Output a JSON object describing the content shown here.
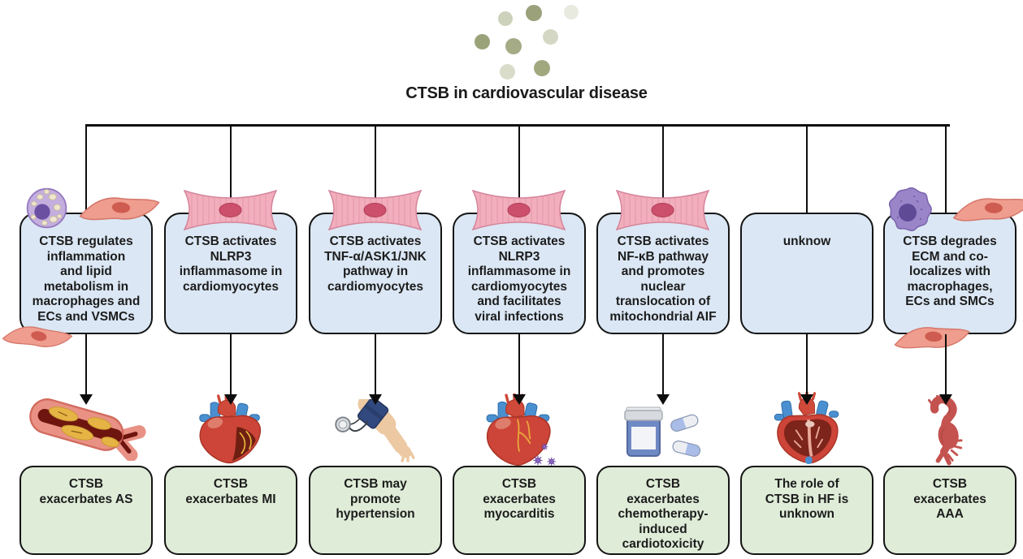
{
  "title": "CTSB in cardiovascular disease",
  "colors": {
    "mechanism_box_fill": "#dbe7f4",
    "outcome_box_fill": "#dfecd8",
    "box_border": "#141414",
    "connector_line": "#0d0d0d",
    "dot_palette": [
      "#9aa17b",
      "#99a279",
      "#a2a87e",
      "#a5ab85",
      "#cdd2bc",
      "#d3d7c4",
      "#d9dcc9",
      "#e8eae0"
    ]
  },
  "columns": [
    {
      "id": "atherosclerosis",
      "mechanism": "CTSB regulates\ninflammation\nand lipid\nmetabolism in\nmacrophages and\nECs and VSMCs",
      "outcome": "CTSB\nexacerbates AS",
      "organ_icon": "atherosclerotic-artery-icon",
      "cell_icons": [
        "foam-macrophage-icon",
        "smooth-muscle-cell-icon",
        "smooth-muscle-cell-icon"
      ]
    },
    {
      "id": "myocardial-infarction",
      "mechanism": "CTSB activates\nNLRP3\ninflammasome in\ncardiomyocytes",
      "outcome": "CTSB\nexacerbates MI",
      "organ_icon": "infarcted-heart-icon",
      "cell_icons": [
        "cardiomyocyte-icon"
      ]
    },
    {
      "id": "hypertension",
      "mechanism": "CTSB activates\nTNF-α/ASK1/JNK\npathway in\ncardiomyocytes",
      "outcome": "CTSB may\npromote\nhypertension",
      "organ_icon": "blood-pressure-cuff-icon",
      "cell_icons": [
        "cardiomyocyte-icon"
      ]
    },
    {
      "id": "myocarditis",
      "mechanism": "CTSB activates\nNLRP3\ninflammasome in\ncardiomyocytes\nand facilitates\nviral infections",
      "outcome": "CTSB\nexacerbates\nmyocarditis",
      "organ_icon": "virus-infected-heart-icon",
      "cell_icons": [
        "cardiomyocyte-icon"
      ]
    },
    {
      "id": "chemotherapy-cardiotoxicity",
      "mechanism": "CTSB activates\nNF-κB pathway\nand promotes\nnuclear\ntranslocation of\nmitochondrial AIF",
      "outcome": "CTSB\nexacerbates\nchemotherapy-\ninduced\ncardiotoxicity",
      "organ_icon": "medication-pills-icon",
      "cell_icons": [
        "cardiomyocyte-icon"
      ]
    },
    {
      "id": "heart-failure",
      "mechanism": "unknow",
      "outcome": "The role of\nCTSB in HF is\nunknown",
      "organ_icon": "heart-cross-section-icon",
      "cell_icons": []
    },
    {
      "id": "abdominal-aortic-aneurysm",
      "mechanism": "CTSB degrades\nECM and co-\nlocalizes with\nmacrophages,\nECs and SMCs",
      "outcome": "CTSB\nexacerbates\nAAA",
      "organ_icon": "aneurysmal-aorta-icon",
      "cell_icons": [
        "spiky-macrophage-icon",
        "smooth-muscle-cell-icon",
        "smooth-muscle-cell-icon"
      ]
    }
  ]
}
